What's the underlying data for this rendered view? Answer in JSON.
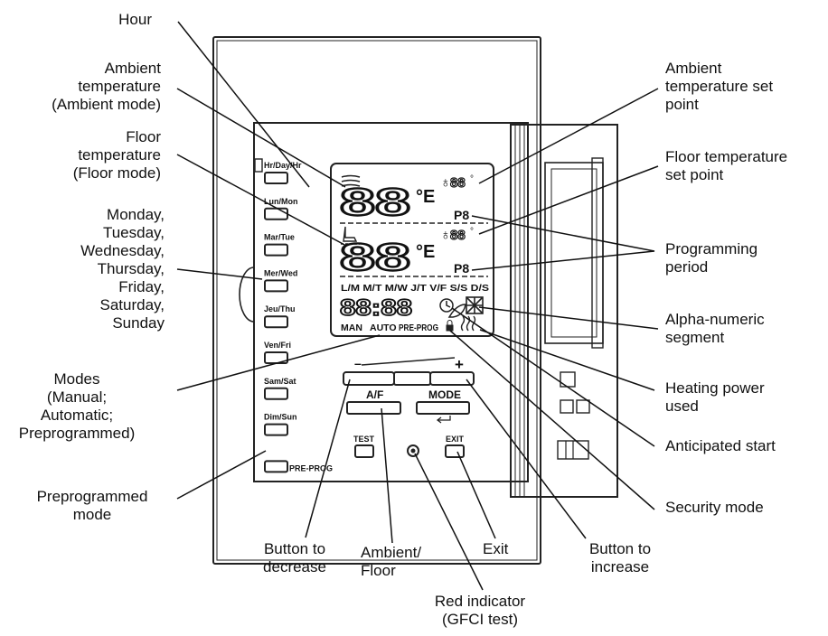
{
  "device": {
    "side_buttons": [
      {
        "label": "Hr/Day/Hr"
      },
      {
        "label": "Lun/Mon"
      },
      {
        "label": "Mar/Tue"
      },
      {
        "label": "Mer/Wed"
      },
      {
        "label": "Jeu/Thu"
      },
      {
        "label": "Ven/Fri"
      },
      {
        "label": "Sam/Sat"
      },
      {
        "label": "Dim/Sun"
      },
      {
        "label": "PRE-PROG"
      }
    ],
    "lcd": {
      "temp_digits": "88",
      "temp_unit": "°E",
      "setpoint_digits": "88",
      "setpoint_degree": "°",
      "period": "P8",
      "day_row": "L/M M/T M/W J/T V/F S/S D/S",
      "clock": "88:88",
      "mode_man": "MAN",
      "mode_auto": "AUTO",
      "mode_preprog": "PRE-PROG"
    },
    "bar_minus": "–",
    "bar_plus": "+",
    "af_label": "A/F",
    "mode_label": "MODE",
    "test_label": "TEST",
    "exit_label": "EXIT"
  },
  "callouts": {
    "hour": [
      "Hour"
    ],
    "ambient_temp": [
      "Ambient",
      "temperature",
      "(Ambient mode)"
    ],
    "floor_temp": [
      "Floor",
      "temperature",
      "(Floor mode)"
    ],
    "days": [
      "Monday,",
      "Tuesday,",
      "Wednesday,",
      "Thursday,",
      "Friday,",
      "Saturday,",
      "Sunday"
    ],
    "modes": [
      "Modes",
      "(Manual;",
      "Automatic;",
      "Preprogrammed)"
    ],
    "preprog_mode": [
      "Preprogrammed",
      "mode"
    ],
    "ambient_setpoint": [
      "Ambient",
      "temperature set",
      "point"
    ],
    "floor_setpoint": [
      "Floor temperature",
      "set point"
    ],
    "prog_period": [
      "Programming",
      "period"
    ],
    "alpha_segment": [
      "Alpha-numeric",
      "segment"
    ],
    "heating_power": [
      "Heating power",
      "used"
    ],
    "anticipated": [
      "Anticipated start"
    ],
    "security": [
      "Security mode"
    ],
    "btn_decrease": [
      "Button to",
      "decrease"
    ],
    "ambient_floor": [
      "Ambient/",
      "Floor"
    ],
    "exit": [
      "Exit"
    ],
    "btn_increase": [
      "Button to",
      "increase"
    ],
    "red_indicator": [
      "Red indicator",
      "(GFCI test)"
    ]
  }
}
